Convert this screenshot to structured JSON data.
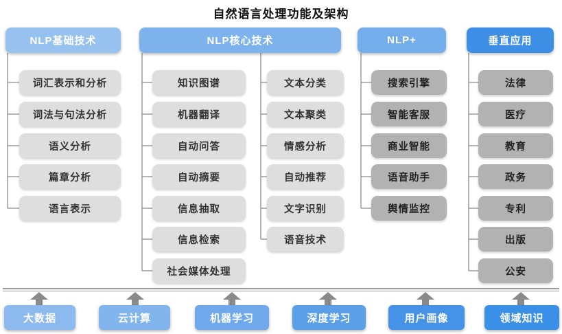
{
  "title": "自然语言处理功能及架构",
  "columns": [
    {
      "header": "NLP基础技术",
      "items": [
        "词汇表示和分析",
        "词法与句法分析",
        "语义分析",
        "篇章分析",
        "语言表示"
      ]
    },
    {
      "header": "NLP核心技术",
      "items_left": [
        "知识图谱",
        "机器翻译",
        "自动问答",
        "自动摘要",
        "信息抽取",
        "信息检索",
        "社会媒体处理"
      ],
      "items_right": [
        "文本分类",
        "文本聚类",
        "情感分析",
        "自动推荐",
        "文字识别",
        "语音技术"
      ]
    },
    {
      "header": "NLP+",
      "items": [
        "搜索引擎",
        "智能客服",
        "商业智能",
        "语音助手",
        "舆情监控"
      ]
    },
    {
      "header": "垂直应用",
      "items": [
        "法律",
        "医疗",
        "教育",
        "政务",
        "专利",
        "出版",
        "公安"
      ]
    }
  ],
  "foundation": {
    "items": [
      "大数据",
      "云计算",
      "机器学习",
      "深度学习",
      "用户画像",
      "领域知识"
    ]
  },
  "colors": {
    "h1": "#97C2F0",
    "h2": "#7DB2ED",
    "h3": "#74ADEC",
    "h4": "#3D8FE6",
    "f1": "#8CBAEE",
    "f2": "#82B4ED",
    "f3": "#6FA9EB",
    "f4": "#5C9FE9",
    "f5": "#4493E7",
    "f6": "#3A8FE6",
    "gray_light": "#DEDEDE",
    "gray_dark": "#B2B2B2",
    "line": "#9A9A9A",
    "arrow": "#8A8A8A"
  }
}
